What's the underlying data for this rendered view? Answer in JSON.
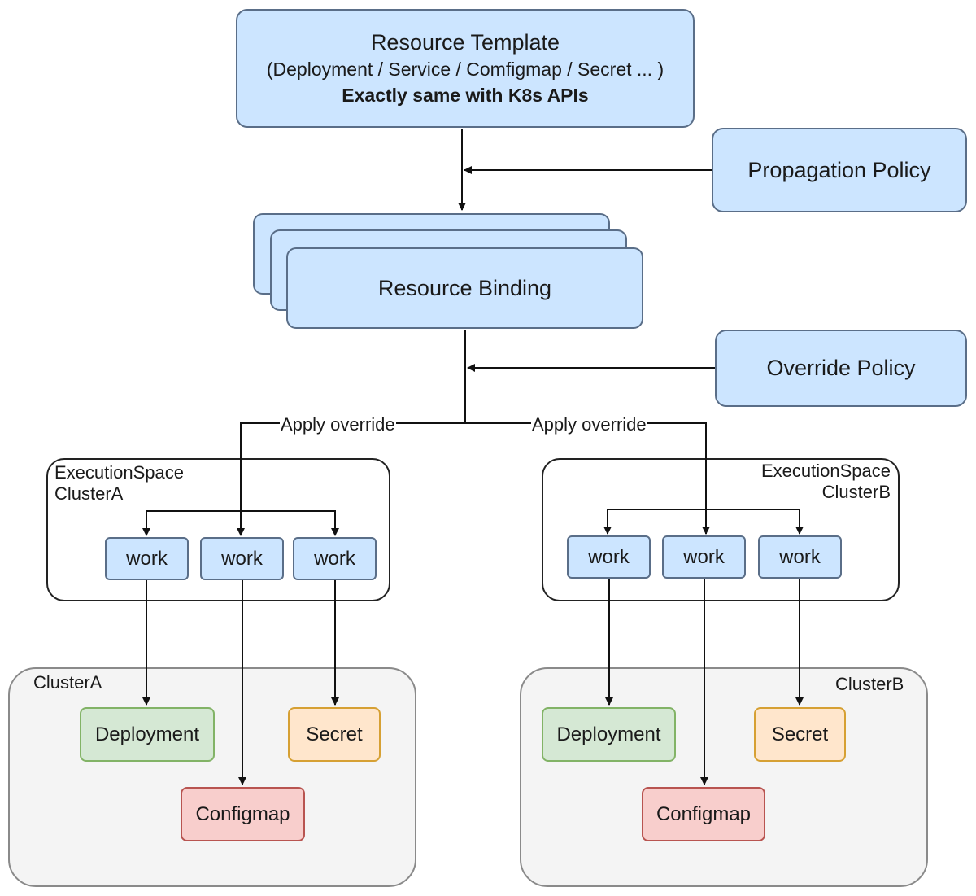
{
  "resource_template": {
    "title": "Resource Template",
    "subtitle": "(Deployment / Service / Comfigmap / Secret ... )",
    "note": "Exactly same with K8s APIs"
  },
  "propagation_policy": {
    "label": "Propagation Policy"
  },
  "resource_binding": {
    "label": "Resource Binding"
  },
  "override_policy": {
    "label": "Override Policy"
  },
  "edge_labels": {
    "left": "Apply override",
    "right": "Apply override"
  },
  "execution_space_a": {
    "line1": "ExecutionSpace",
    "line2": "ClusterA"
  },
  "execution_space_b": {
    "line1": "ExecutionSpace",
    "line2": "ClusterB"
  },
  "works_a": [
    "work",
    "work",
    "work"
  ],
  "works_b": [
    "work",
    "work",
    "work"
  ],
  "cluster_a": {
    "label": "ClusterA",
    "deployment": "Deployment",
    "secret": "Secret",
    "configmap": "Configmap"
  },
  "cluster_b": {
    "label": "ClusterB",
    "deployment": "Deployment",
    "secret": "Secret",
    "configmap": "Configmap"
  },
  "colors": {
    "blue_fill": "#cce5ff",
    "green_fill": "#d5e8d4",
    "orange_fill": "#ffe6cc",
    "red_fill": "#f8cecc",
    "cluster_fill": "#f4f4f4"
  }
}
